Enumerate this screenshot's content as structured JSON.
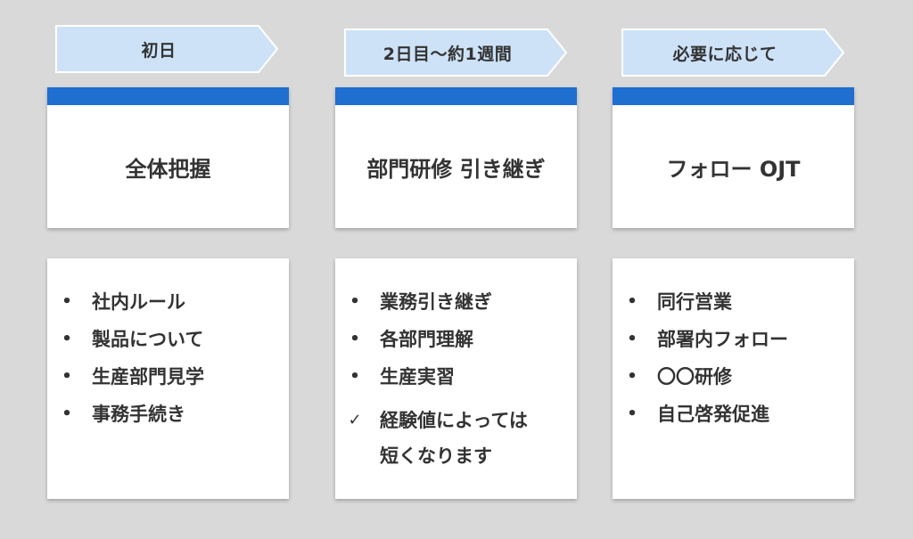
{
  "colors": {
    "accent": "#1e6fd0",
    "arrow_fill": "#cde2f7",
    "arrow_stroke": "#ffffff",
    "background": "#d9d9d9"
  },
  "phases": [
    {
      "label": "初日",
      "title": "全体把握",
      "items": [
        "社内ルール",
        "製品について",
        "生産部門見学",
        "事務手続き"
      ]
    },
    {
      "label": "2日目〜約1週間",
      "title": "部門研修 引き継ぎ",
      "items": [
        "業務引き継ぎ",
        "各部門理解",
        "生産実習"
      ],
      "note_line1": "経験値によっては",
      "note_line2": "短くなります",
      "note_icon": "checkmark-icon"
    },
    {
      "label": "必要に応じて",
      "title": "フォロー OJT",
      "items": [
        "同行営業",
        "部署内フォロー",
        "〇〇研修",
        "自己啓発促進"
      ]
    }
  ]
}
